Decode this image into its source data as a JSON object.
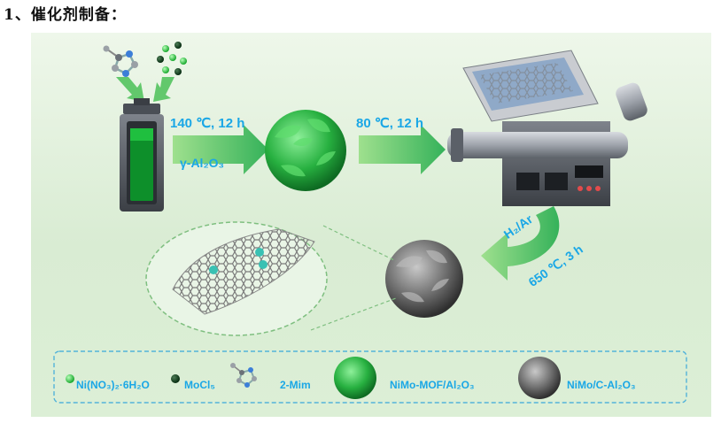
{
  "heading": "1、催化剂制备：",
  "steps": {
    "solvothermal": "140 ℃, 12 h",
    "support": "γ-Al₂O₃",
    "drying": "80 ℃, 12 h",
    "gas": "H₂/Ar",
    "pyrolysis": "650 ℃, 3 h"
  },
  "legend": {
    "ni": "Ni(NO₃)₂·6H₂O",
    "mo": "MoCl₅",
    "mim": "2-Mim",
    "mof": "NiMo-MOF/Al₂O₃",
    "product": "NiMo/C-Al₂O₃"
  },
  "colors": {
    "text_blue": "#1aa7e6",
    "arrow_green": "#5cc36c",
    "mof_green": "#2fb54a",
    "product_gray": "#6b6b6b"
  }
}
